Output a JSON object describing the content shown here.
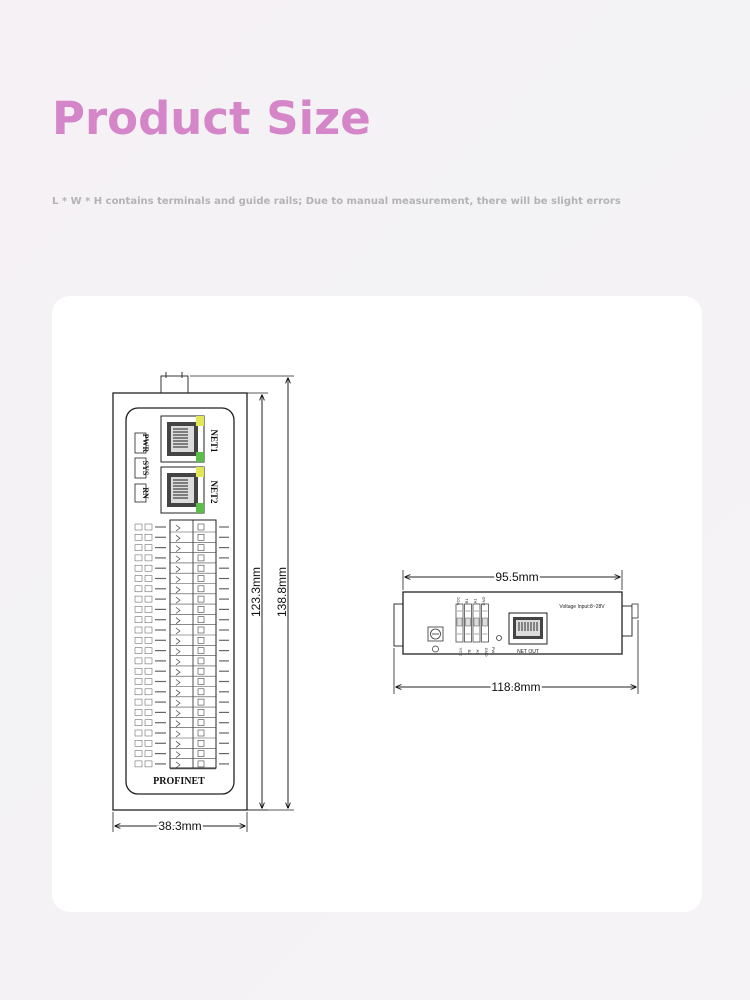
{
  "header": {
    "title": "Product Size",
    "subtitle": "L * W * H contains terminals and guide rails; Due to manual measurement, there will be slight errors"
  },
  "front_view": {
    "labels": [
      "PWR",
      "SYS",
      "RN"
    ],
    "net1": "NET1",
    "net2": "NET2",
    "brand": "PROFINET",
    "width_dim": "38.3mm",
    "height_inner_dim": "123.3mm",
    "height_outer_dim": "138.8mm"
  },
  "side_view": {
    "width_dim": "95.5mm",
    "width_outer_dim": "118.8mm",
    "voltage_label": "Voltage Input:8~28V",
    "net_out_label": "NET OUT",
    "top_pins": [
      "VCC",
      "B1",
      "A1",
      "GND"
    ],
    "bottom_pins": [
      "VCC",
      "B2",
      "A2",
      "GND"
    ]
  },
  "colors": {
    "title": "#d486c9",
    "led_yellow": "#e0e85a",
    "led_green": "#5bbd4a"
  }
}
